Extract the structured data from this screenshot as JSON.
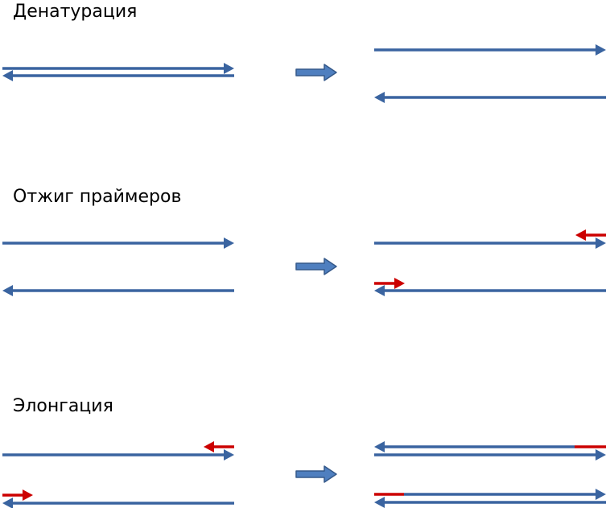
{
  "stages": [
    {
      "title": "Денатурация"
    },
    {
      "title": "Отжиг праймеров"
    },
    {
      "title": "Элонгация"
    }
  ],
  "colors": {
    "strand": "#3a64a0",
    "primer": "#cc0000",
    "step_arrow_fill": "#4f7fbf",
    "step_arrow_stroke": "#35598a"
  }
}
